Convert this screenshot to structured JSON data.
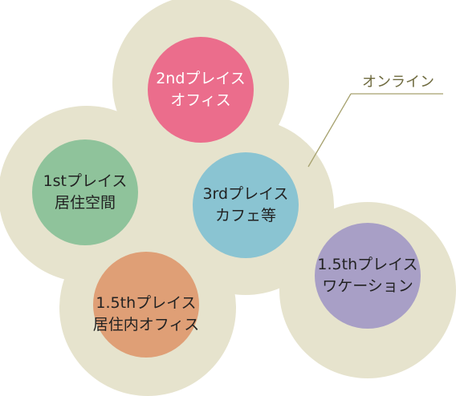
{
  "diagram": {
    "nodes": [
      {
        "id": "2nd-place",
        "line1": "2ndプレイス",
        "line2": "オフィス",
        "fill": "#eb6d8c"
      },
      {
        "id": "1st-place",
        "line1": "1stプレイス",
        "line2": "居住空間",
        "fill": "#8fc39b"
      },
      {
        "id": "3rd-place",
        "line1": "3rdプレイス",
        "line2": "カフェ等",
        "fill": "#8ac4d2"
      },
      {
        "id": "1-5th-workation",
        "line1": "1.5thプレイス",
        "line2": "ワケーション",
        "fill": "#a89fc6"
      },
      {
        "id": "1-5th-home-office",
        "line1": "1.5thプレイス",
        "line2": "居住内オフィス",
        "fill": "#df9f76"
      }
    ],
    "online_label": "オンライン",
    "colors": {
      "halo": "#e6e3cd",
      "leader_line": "#a6a16e",
      "online_text": "#6e6a3e"
    }
  }
}
